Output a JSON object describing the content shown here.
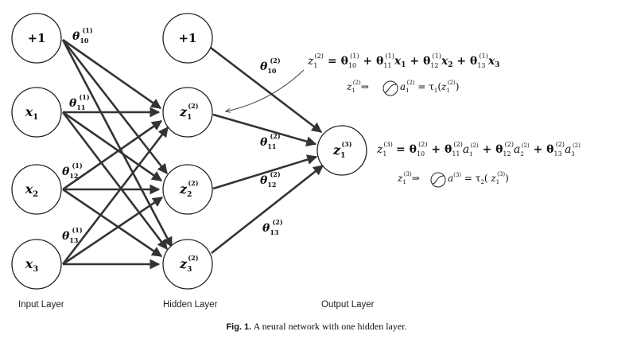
{
  "nodes": {
    "bias_in": "+1",
    "x1": {
      "base": "x",
      "sub": "1"
    },
    "x2": {
      "base": "x",
      "sub": "2"
    },
    "x3": {
      "base": "x",
      "sub": "3"
    },
    "bias_hidden": "+1",
    "z1": {
      "base": "z",
      "sub": "1",
      "sup": "(2)"
    },
    "z2": {
      "base": "z",
      "sub": "2",
      "sup": "(2)"
    },
    "z3": {
      "base": "z",
      "sub": "3",
      "sup": "(2)"
    },
    "out": {
      "base": "z",
      "sub": "1",
      "sup": "(3)"
    }
  },
  "weights": {
    "w10_1": {
      "base": "θ",
      "sub": "10",
      "sup": "(1)"
    },
    "w11_1": {
      "base": "θ",
      "sub": "11",
      "sup": "(1)"
    },
    "w12_1": {
      "base": "θ",
      "sub": "12",
      "sup": "(1)"
    },
    "w13_1": {
      "base": "θ",
      "sub": "13",
      "sup": "(1)"
    },
    "w10_2": {
      "base": "θ",
      "sub": "10",
      "sup": "(2)"
    },
    "w11_2": {
      "base": "θ",
      "sub": "11",
      "sup": "(2)"
    },
    "w12_2": {
      "base": "θ",
      "sub": "12",
      "sup": "(2)"
    },
    "w13_2": {
      "base": "θ",
      "sub": "13",
      "sup": "(2)"
    }
  },
  "equations": {
    "eq1_lhs": "z",
    "eq1_rhs": "= θ10(1) + θ11(1)x1 + θ12(1)x2 + θ13(1)x3",
    "eq1b": "z1(2) ⇒ a1(2) = τ1(z1(2))",
    "eq2_rhs": "= θ10(2) + θ11(2)a1(2) + θ12(2)a2(2) + θ13(2)a3(2)",
    "eq2b": "z1(3) ⇒ a(3) = τ2(z1(3))"
  },
  "layers": {
    "input": "Input Layer",
    "hidden": "Hidden Layer",
    "output": "Output Layer"
  },
  "caption": {
    "label": "Fig. 1.",
    "text": "A neural network with one hidden layer."
  }
}
